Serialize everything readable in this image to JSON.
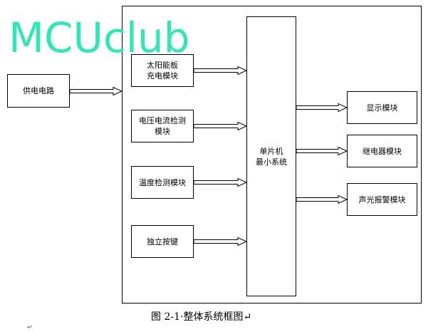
{
  "watermark": "MCUclub",
  "blocks": {
    "power": "供电电路",
    "solar": "太阳能板\n充电模块",
    "detect": "电压电流检测\n模块",
    "temp": "温度检测模块",
    "key": "独立按键",
    "mcu": "单片机\n最小系统",
    "display": "显示模块",
    "relay": "继电器模块",
    "alarm": "声光报警模块"
  },
  "caption": "图 2-1·整体系统框图↵",
  "colors": {
    "watermark": "#2fe8b6",
    "line": "#000000"
  }
}
